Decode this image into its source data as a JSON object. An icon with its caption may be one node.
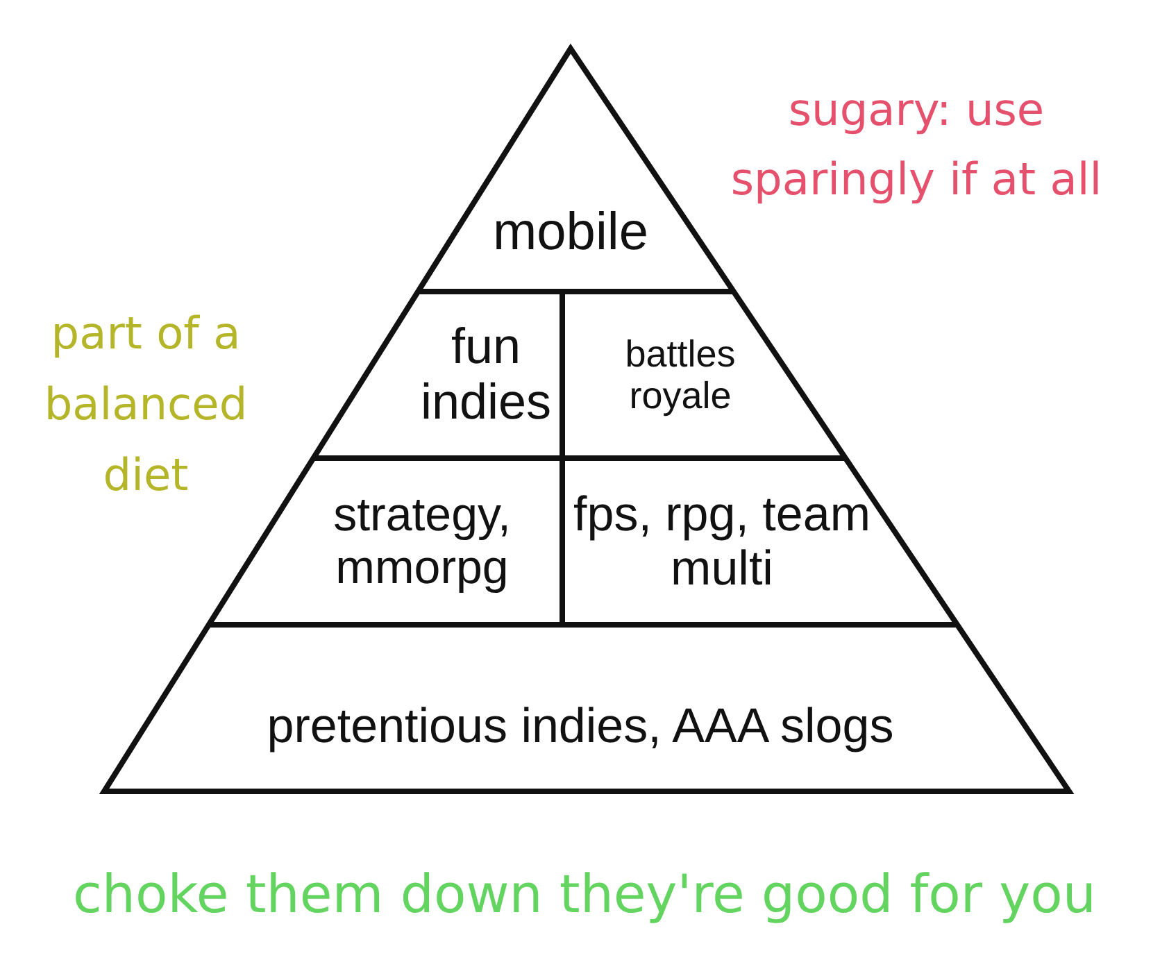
{
  "diagram": {
    "nodes": [
      {
        "text": [
          "mobile"
        ]
      },
      {
        "text": [
          "fun indies"
        ]
      },
      {
        "text": [
          "battles royale"
        ]
      },
      {
        "text": [
          "strategy, mmorpg"
        ]
      },
      {
        "text": [
          "fps, rpg, team multi"
        ]
      },
      {
        "text": [
          "pretentious indies, AAA slogs"
        ]
      }
    ],
    "labels": [
      "sugary: use sparingly if at all",
      "part of a balanced diet",
      "choke them down they're good for you"
    ]
  }
}
